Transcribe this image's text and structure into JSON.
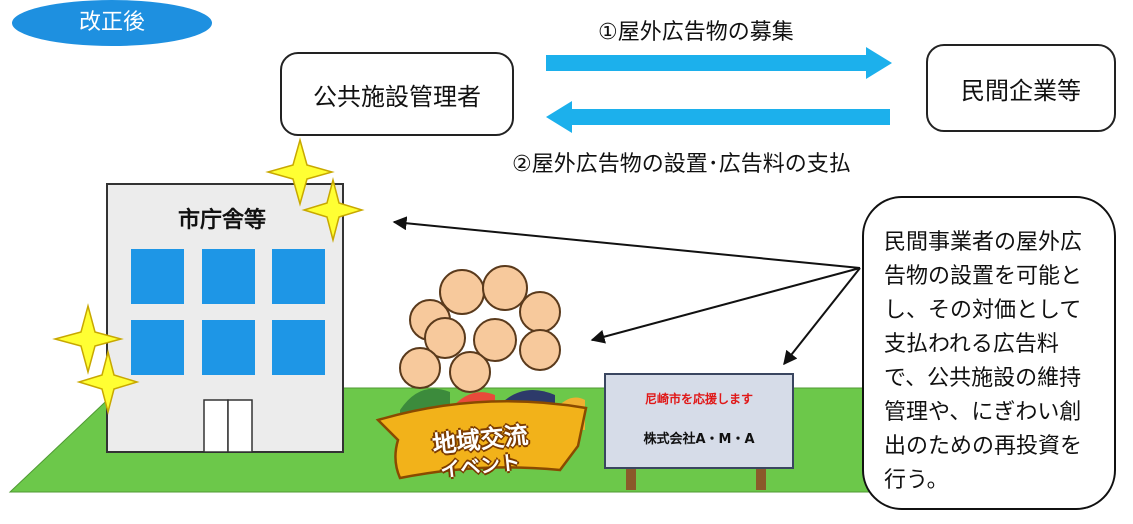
{
  "badge": {
    "label": "改正後",
    "color": "#1e90e0"
  },
  "manager": {
    "label": "公共施設管理者"
  },
  "enterprise": {
    "label": "民間企業等"
  },
  "flow_top": {
    "label": "①屋外広告物の募集"
  },
  "flow_bottom": {
    "label": "②屋外広告物の設置･広告料の支払"
  },
  "building": {
    "label": "市庁舎等"
  },
  "event": {
    "line1": "地域交流",
    "line2": "イベント"
  },
  "signboard": {
    "line1": "尼崎市を応援します",
    "line2": "株式会社A・M・A"
  },
  "callout": {
    "text": "民間事業者の屋外広告物の設置を可能とし、その対価として支払われる広告料で、公共施設の維持管理や、にぎわい創出のための再投資を行う。"
  },
  "colors": {
    "arrow": "#1cb0ec",
    "grass": "#6cc84a",
    "window": "#1e96e6",
    "sparkle": "#ffff33"
  }
}
